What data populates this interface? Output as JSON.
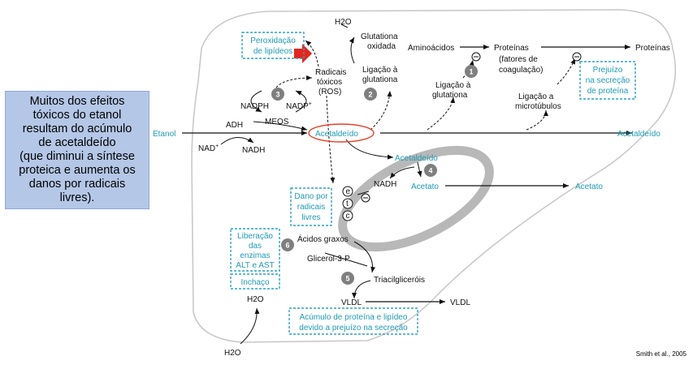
{
  "callout": {
    "lines": [
      "Muitos dos efeitos",
      "tóxicos do etanol",
      "resultam do acúmulo",
      "de acetaldeído",
      "(que diminui a síntese",
      "proteica e aumenta os",
      "danos por radicais",
      "livres)."
    ]
  },
  "credit": "Smith et al., 2005",
  "colors": {
    "accent": "#1e9bb5",
    "dashed_box": "#2aa3c0",
    "ellipse": "#e8402a",
    "arrow_red": "#e8241c",
    "callout_bg": "#b4c7e7",
    "step_circle": "#7f7f7f"
  },
  "diagram": {
    "h2o_top": "H2O",
    "glutationa_oxidada": [
      "Glutationa",
      "oxidada"
    ],
    "aminoacidos": "Aminoácidos",
    "proteinas_mid": "Proteínas",
    "fatores": [
      "(fatores de",
      "coagulação)"
    ],
    "proteinas_right": "Proteínas",
    "peroxidacao": [
      "Peroxidação",
      "de lipídeos"
    ],
    "radicais": [
      "Radicais",
      "tóxicos",
      "(ROS)"
    ],
    "ligacao_glut_1": [
      "Ligação à",
      "glutationa"
    ],
    "ligacao_glut_2": [
      "Ligação à",
      "glutationa"
    ],
    "prejuizo_secrecao": [
      "Prejuízo",
      "na secreção",
      "de proteína"
    ],
    "ligacao_micro": [
      "Ligação a",
      "microtúbulos"
    ],
    "nadph": "NADPH",
    "nadp": "NADP",
    "nadp_sup": "+",
    "meos": "MEOS",
    "etanol": "Etanol",
    "adh": "ADH",
    "acetaldeido_main": "Acetaldeído",
    "acetaldeido_right": "Acetaldeído",
    "nad": "NAD",
    "nad_sup": "+",
    "nadh": "NADH",
    "acetaldeido_mito": "Acetaldeído",
    "nadh_mito": "NADH",
    "acetato_mito": "Acetato",
    "acetato_right": "Acetato",
    "etc": [
      "e",
      "t",
      "c"
    ],
    "dano": [
      "Dano por",
      "radicais",
      "livres"
    ],
    "liberacao": [
      "Liberação",
      "das",
      "enzimas",
      "ALT e AST"
    ],
    "inchaco": "Inchaço",
    "acidos_graxos": "Ácidos graxos",
    "glicerol": "Glicerol-3-P",
    "triacil": "Triacilgliceróis",
    "vldl": "VLDL",
    "vldl_right": "VLDL",
    "h2o_mid": "H2O",
    "h2o_bottom": "H2O",
    "acumulo": [
      "Acúmulo de proteína e lipídeo",
      "devido a prejuízo na secreção"
    ],
    "minus": "⊖",
    "steps": [
      "1",
      "2",
      "3",
      "4",
      "5",
      "6"
    ]
  }
}
